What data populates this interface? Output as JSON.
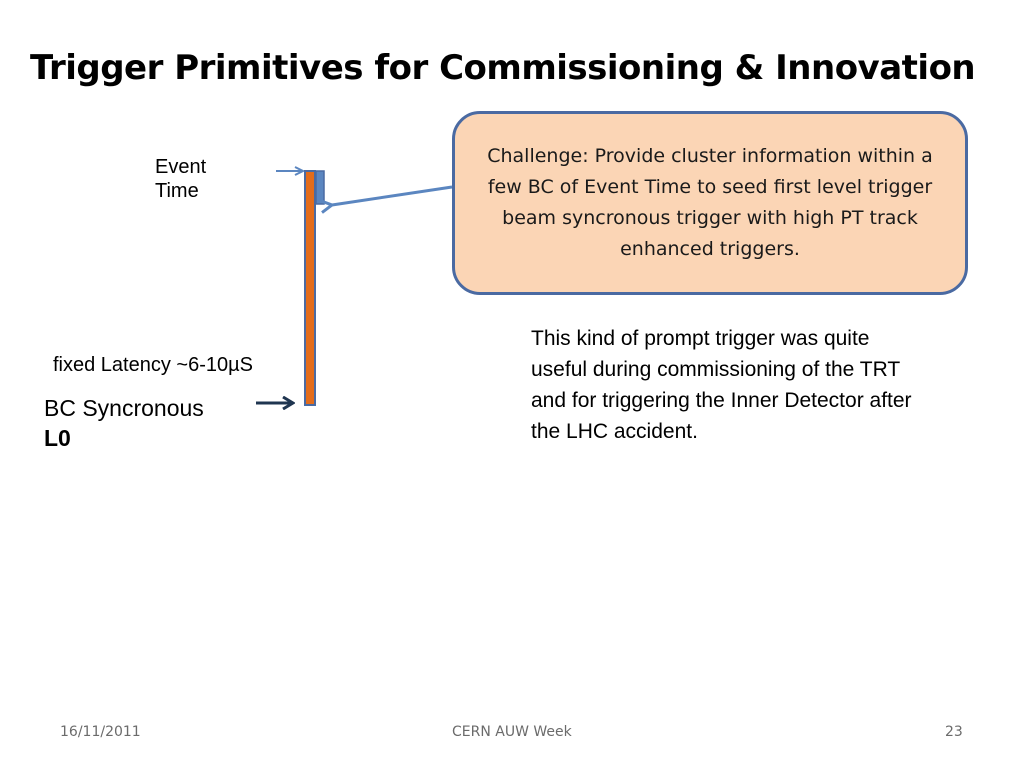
{
  "title": "Trigger Primitives for Commissioning & Innovation",
  "labels": {
    "event_time_line1": "Event",
    "event_time_line2": "Time",
    "latency": "fixed Latency ~6-10µS",
    "bc_line1": "BC Syncronous",
    "bc_line2": "L0"
  },
  "callout": {
    "text": "Challenge:   Provide cluster information within a few BC of Event Time  to seed  first level trigger beam syncronous trigger with high PT track enhanced triggers."
  },
  "note": "This kind of prompt  trigger was quite useful during commissioning of the TRT  and for triggering  the Inner Detector after the LHC accident.",
  "footer": {
    "date": "16/11/2011",
    "center": "CERN AUW Week",
    "page": "23"
  },
  "colors": {
    "latency_bar": "#e36c1b",
    "bar_outline": "#4a6aa2",
    "callout_fill": "#fbd5b5",
    "callout_border": "#4a6aa2",
    "arrow_blue": "#5b86c0",
    "arrow_dark": "#1f3550"
  }
}
